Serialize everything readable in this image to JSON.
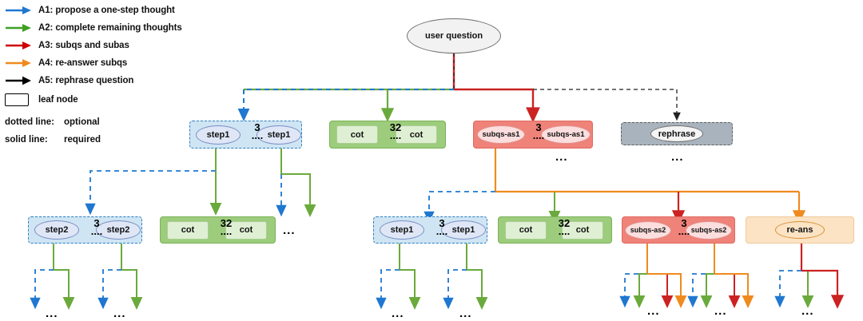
{
  "legend": {
    "rows": [
      {
        "icon": "arrow-blue-icon",
        "color": "#1f77d0",
        "label": "A1: propose a one-step thought"
      },
      {
        "icon": "arrow-green-icon",
        "color": "#3fa024",
        "label": "A2: complete remaining thoughts"
      },
      {
        "icon": "arrow-red-icon",
        "color": "#cc0000",
        "label": "A3: subqs and subas"
      },
      {
        "icon": "arrow-orange-icon",
        "color": "#f08a1e",
        "label": "A4: re-answer subqs"
      },
      {
        "icon": "arrow-black-icon",
        "color": "#000000",
        "label": "A5: rephrase question"
      }
    ],
    "leaf_label": "leaf node",
    "line_styles": [
      {
        "key": "dotted line:",
        "value": "optional"
      },
      {
        "key": "solid line:",
        "value": "required"
      }
    ]
  },
  "colors": {
    "a1_blue": "#1f77d0",
    "a2_green": "#6aaa3c",
    "a3_red": "#cc2222",
    "a4_orange": "#f08a1e",
    "a5_black": "#222222",
    "group_blue_fill": "#cfe5f3",
    "group_green_fill": "#9ccc7c",
    "group_red_fill": "#ef8279",
    "group_gray_fill": "#a9b3bd",
    "group_orange_fill": "#fbe3c4"
  },
  "root": {
    "label": "user question"
  },
  "level2": [
    {
      "id": "l2-step1",
      "type": "blue-dashed",
      "children": [
        "step1",
        "step1"
      ],
      "count": "3",
      "dots": "....",
      "extra_ellipsis": null
    },
    {
      "id": "l2-cot",
      "type": "green",
      "children": [
        "cot",
        "cot"
      ],
      "count": "32",
      "dots": "....",
      "extra_ellipsis": null
    },
    {
      "id": "l2-subqs",
      "type": "red",
      "children": [
        "subqs-as1",
        "subqs-as1"
      ],
      "count": "3",
      "dots": "....",
      "extra_ellipsis": "..."
    },
    {
      "id": "l2-rephrase",
      "type": "gray",
      "children": [
        "rephrase"
      ],
      "count": null,
      "dots": null,
      "extra_ellipsis": "..."
    }
  ],
  "level3": [
    {
      "id": "l3-step2",
      "type": "blue-dashed",
      "children": [
        "step2",
        "step2"
      ],
      "count": "3",
      "dots": "....",
      "trailing_ellipsis": null
    },
    {
      "id": "l3-cot-a",
      "type": "green",
      "children": [
        "cot",
        "cot"
      ],
      "count": "32",
      "dots": "....",
      "trailing_ellipsis": "..."
    },
    {
      "id": "l3-step1",
      "type": "blue-dashed",
      "children": [
        "step1",
        "step1"
      ],
      "count": "3",
      "dots": "....",
      "trailing_ellipsis": null
    },
    {
      "id": "l3-cot-b",
      "type": "green",
      "children": [
        "cot",
        "cot"
      ],
      "count": "32",
      "dots": "....",
      "trailing_ellipsis": null
    },
    {
      "id": "l3-subqs2",
      "type": "red",
      "children": [
        "subqs-as2",
        "subqs-as2"
      ],
      "count": "3",
      "dots": "....",
      "trailing_ellipsis": null
    },
    {
      "id": "l3-reans",
      "type": "orange",
      "children": [
        "re-ans"
      ],
      "count": null,
      "dots": null,
      "trailing_ellipsis": null
    }
  ],
  "leaf_ellipses": [
    "...",
    "...",
    "...",
    "...",
    "...",
    "...",
    "..."
  ]
}
